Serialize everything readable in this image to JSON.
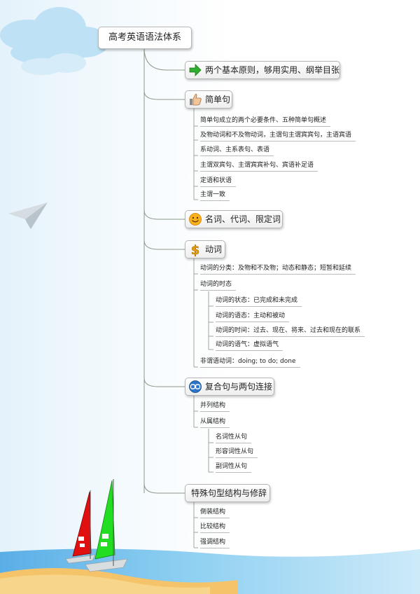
{
  "root": {
    "title": "高考英语语法体系"
  },
  "branches": [
    {
      "label": "两个基本原则，够用实用、纲举目张",
      "icon": "green-arrow-icon"
    },
    {
      "label": "简单句",
      "icon": "thumbs-up-icon",
      "children": [
        "简单句成立的两个必要条件、五种简单句概述",
        "及物动词和不及物动词，主谓句主谓宾宾句，主语宾语",
        "系动词、主系表句、表语",
        "主谓双宾句、主谓宾宾补句、宾语补足语",
        "定语和状语",
        "主谓一致"
      ]
    },
    {
      "label": "名词、代词、限定词",
      "icon": "smiley-icon"
    },
    {
      "label": "动词",
      "icon": "dollar-icon",
      "children": [
        "动词的分类：及物和不及物；动态和静态；短暂和延续",
        "动词的时态",
        "非谓语动词：doing;  to do; done"
      ],
      "tense_children": [
        "动词的状态：已完成和未完成",
        "动词的语态：主动和被动",
        "动词的时间：过去、现在、将来、过去和现在的联系",
        "动词的语气：虚拟语气"
      ]
    },
    {
      "label": "复合句与两句连接",
      "icon": "link-icon",
      "children": [
        "并列结构",
        "从属结构"
      ],
      "clause_children": [
        "名词性从句",
        "形容词性从句",
        "副词性从句"
      ]
    },
    {
      "label": "特殊句型结构与修辞",
      "icon": "",
      "children": [
        "倒装结构",
        "比较结构",
        "强调结构"
      ]
    }
  ],
  "colors": {
    "connector": "#8a9a8a",
    "sail_red": "#e01010",
    "sail_green": "#22dd22",
    "sea": "#7ec3ee",
    "sand": "#f5c46a"
  }
}
